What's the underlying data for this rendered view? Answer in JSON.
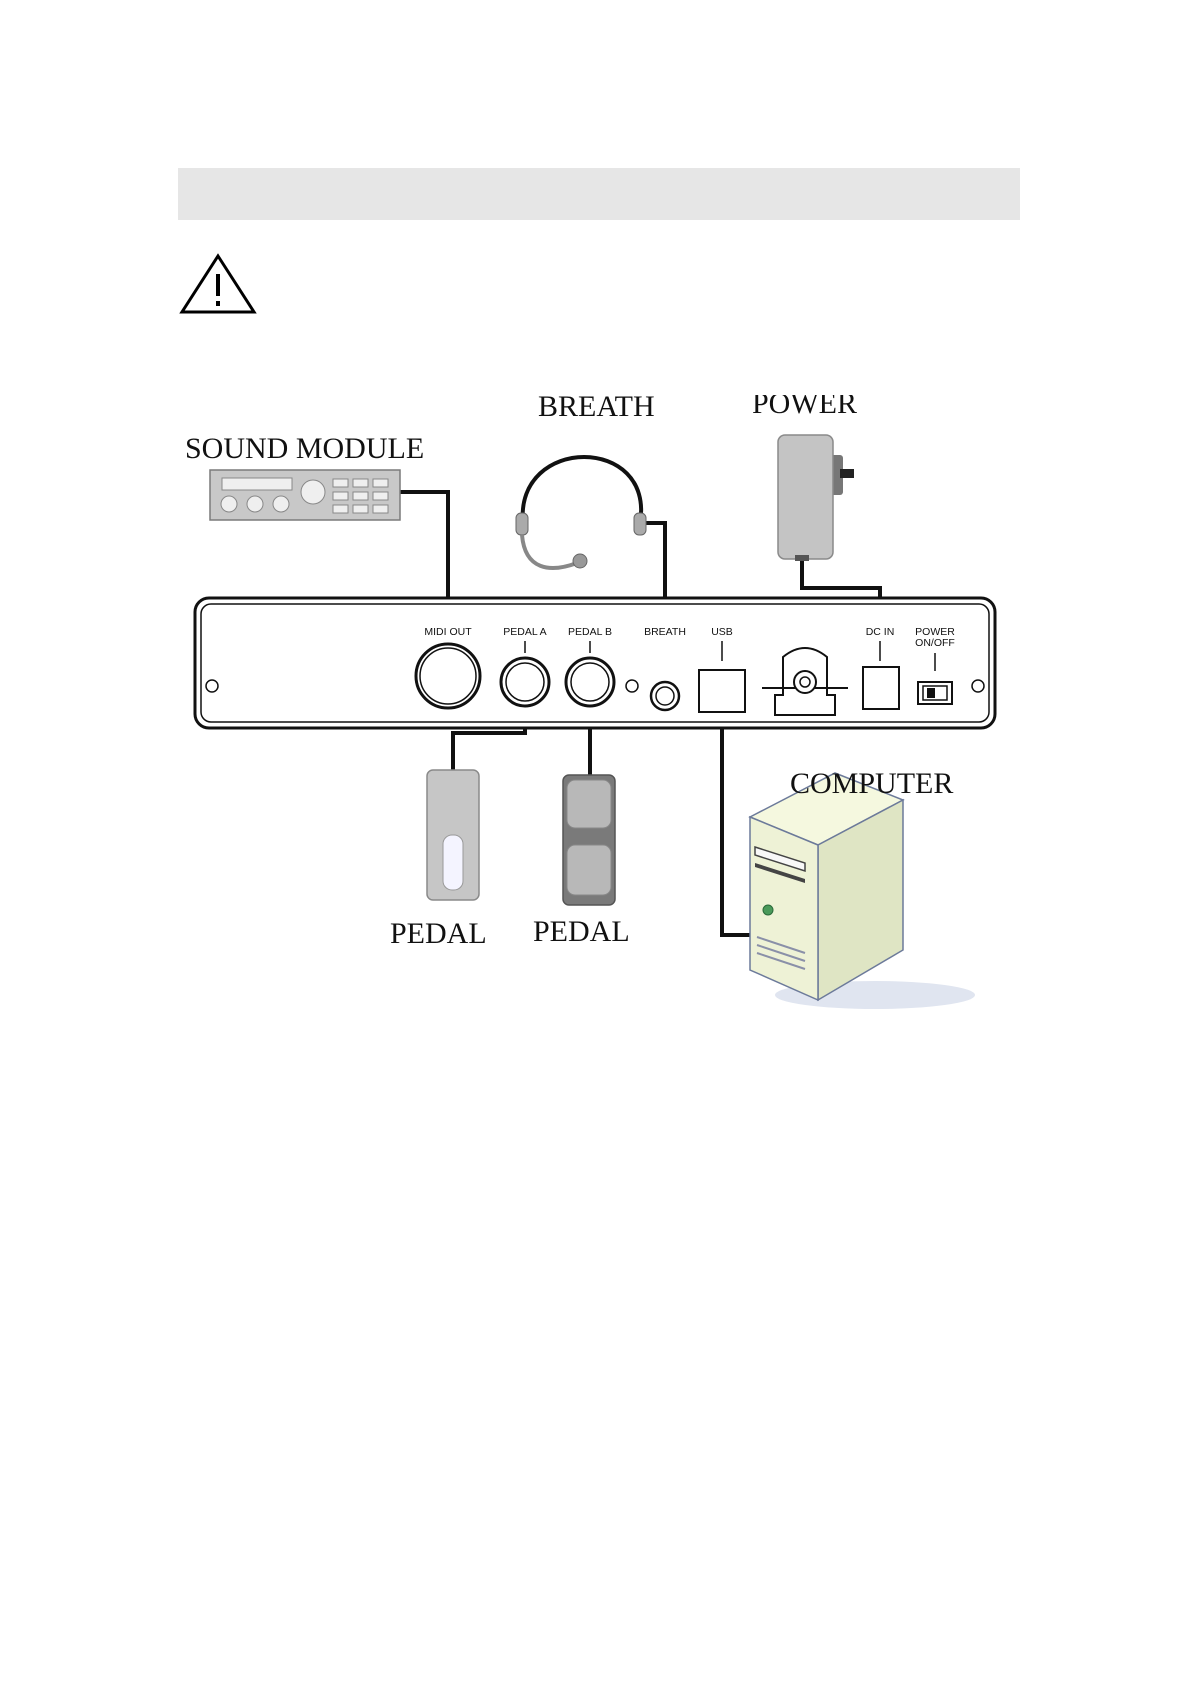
{
  "labels": {
    "sound_module": "SOUND MODULE",
    "breath": "BREATH",
    "power": "POWER",
    "computer": "COMPUTER",
    "pedal_left": "PEDAL",
    "pedal_right": "PEDAL"
  },
  "ports": {
    "midi_out": "MIDI OUT",
    "pedal_a": "PEDAL A",
    "pedal_b": "PEDAL B",
    "breath": "BREATH",
    "usb": "USB",
    "dc_in": "DC IN",
    "power": "POWER",
    "power_sub": "ON/OFF"
  },
  "icons": {
    "warning": "warning-triangle-icon"
  }
}
